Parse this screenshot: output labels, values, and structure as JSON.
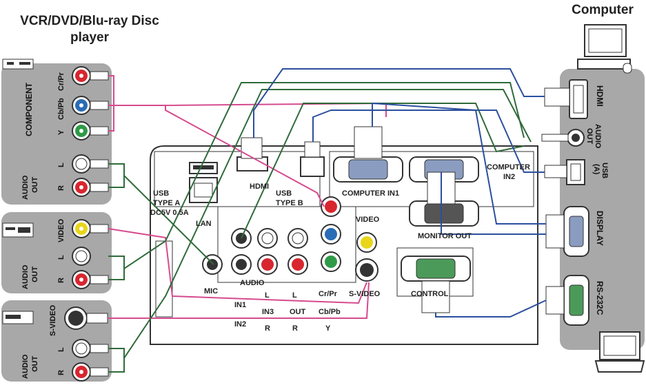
{
  "titles": {
    "player_line1": "VCR/DVD/Blu-ray Disc",
    "player_line2": "player",
    "computer": "Computer"
  },
  "left_panel": {
    "component_group": "COMPONENT",
    "cr_pr": "Cr/Pr",
    "cb_pb": "Cb/Pb",
    "y": "Y",
    "audio_out_1": "AUDIO",
    "audio_out_2": "OUT",
    "audio_l": "L",
    "audio_r": "R",
    "video": "VIDEO",
    "s_video": "S-VIDEO"
  },
  "right_panel": {
    "hdmi": "HDMI",
    "audio_out_1": "AUDIO",
    "audio_out_2": "OUT",
    "usb_1": "USB",
    "usb_2": "(A)",
    "display": "DISPLAY",
    "rs232c": "RS-232C"
  },
  "projector": {
    "hdmi": "HDMI",
    "usb_type_a_1": "USB",
    "usb_type_a_2": "TYPE A",
    "usb_type_a_3": "DC5V 0.5A",
    "lan": "LAN",
    "usb_type_b_1": "USB",
    "usb_type_b_2": "TYPE B",
    "computer_in1": "COMPUTER IN1",
    "computer_in2_1": "COMPUTER",
    "computer_in2_2": "IN2",
    "monitor_out": "MONITOR OUT",
    "video": "VIDEO",
    "s_video": "S-VIDEO",
    "mic": "MIC",
    "audio": "AUDIO",
    "in1": "IN1",
    "in2": "IN2",
    "in3": "IN3",
    "out": "OUT",
    "l1": "L",
    "l2": "L",
    "r1": "R",
    "r2": "R",
    "cr_pr": "Cr/Pr",
    "cb_pb": "Cb/Pb",
    "y": "Y",
    "control": "CONTROL"
  },
  "colors": {
    "pink_cable": "#d64a8e",
    "blue_cable": "#2b4f9e",
    "green_cable": "#2f6b3a",
    "panel_gray": "#a8a8a8",
    "jack_red": "#d8262f",
    "jack_blue": "#2a6db5",
    "jack_green": "#2f9a48",
    "jack_yellow": "#e9d51c"
  }
}
